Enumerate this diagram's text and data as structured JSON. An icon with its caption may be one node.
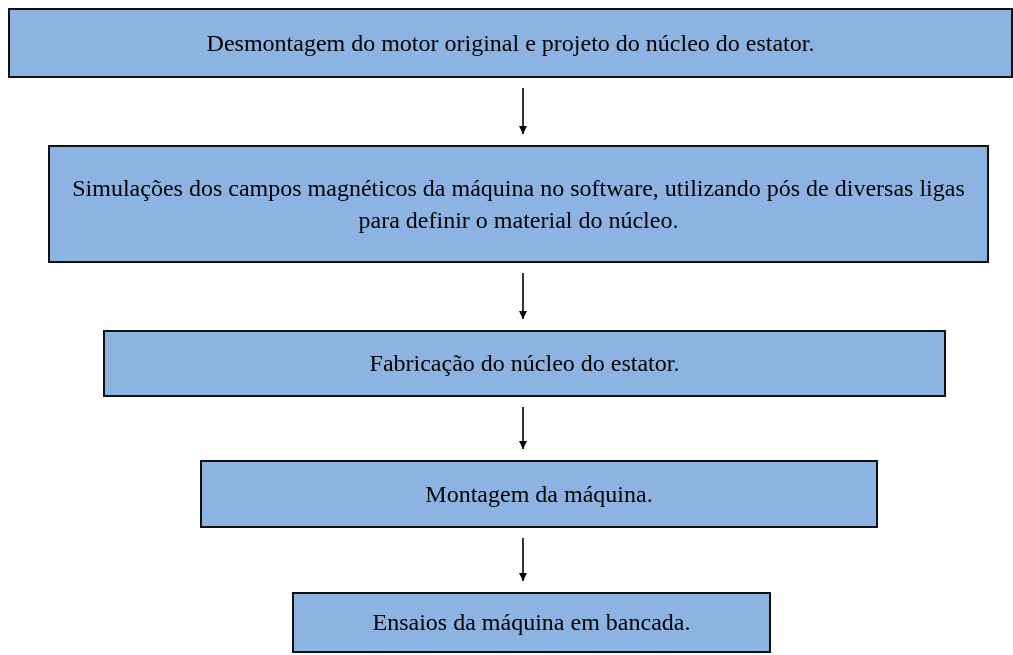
{
  "diagram": {
    "nodes": [
      {
        "text": [
          "Desmontagem do motor original e projeto do núcleo do estator."
        ]
      },
      {
        "text": [
          "Simulações dos campos magnéticos da máquina no software, utilizando pós de diversas ligas para definir o material do núcleo."
        ]
      },
      {
        "text": [
          "Fabricação do núcleo do estator."
        ]
      },
      {
        "text": [
          "Montagem da máquina."
        ]
      },
      {
        "text": [
          "Ensaios da máquina em bancada."
        ]
      }
    ],
    "edges": [
      {
        "from": 0,
        "to": 1,
        "arrow": "to"
      },
      {
        "from": 1,
        "to": 2,
        "arrow": "to"
      },
      {
        "from": 2,
        "to": 3,
        "arrow": "to"
      },
      {
        "from": 3,
        "to": 4,
        "arrow": "to"
      }
    ]
  }
}
